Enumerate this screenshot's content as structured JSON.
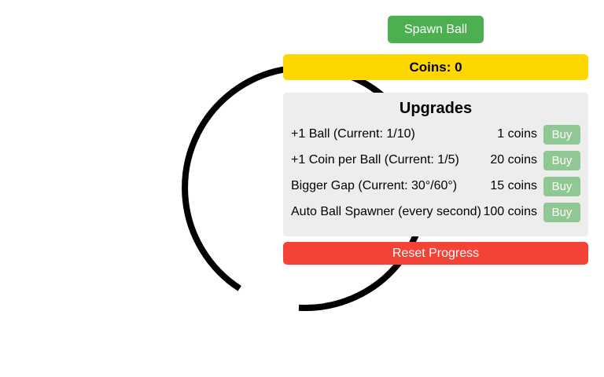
{
  "window": {
    "background": "#ffffff"
  },
  "spawn_button": {
    "label": "Spawn Ball",
    "background": "#4caf50",
    "text_color": "#ffffff"
  },
  "coins_banner": {
    "label": "Coins: 0",
    "background": "#ffd700",
    "text_color": "#000000"
  },
  "upgrades_panel": {
    "title": "Upgrades",
    "background": "#ededed",
    "buy_button_background": "#8fc893",
    "items": [
      {
        "label": "+1 Ball (Current: 1/10)",
        "cost": "1 coins",
        "buy_label": "Buy"
      },
      {
        "label": "+1 Coin per Ball (Current: 1/5)",
        "cost": "20 coins",
        "buy_label": "Buy"
      },
      {
        "label": "Bigger Gap (Current: 30°/60°)",
        "cost": "15 coins",
        "buy_label": "Buy"
      },
      {
        "label": "Auto Ball Spawner (every second)",
        "cost": "100 coins",
        "buy_label": "Buy"
      }
    ]
  },
  "reset_button": {
    "label": "Reset Progress",
    "background": "#f44336",
    "text_color": "#ffffff"
  },
  "arena": {
    "circle_color": "#000000",
    "gap_degrees": 30
  }
}
